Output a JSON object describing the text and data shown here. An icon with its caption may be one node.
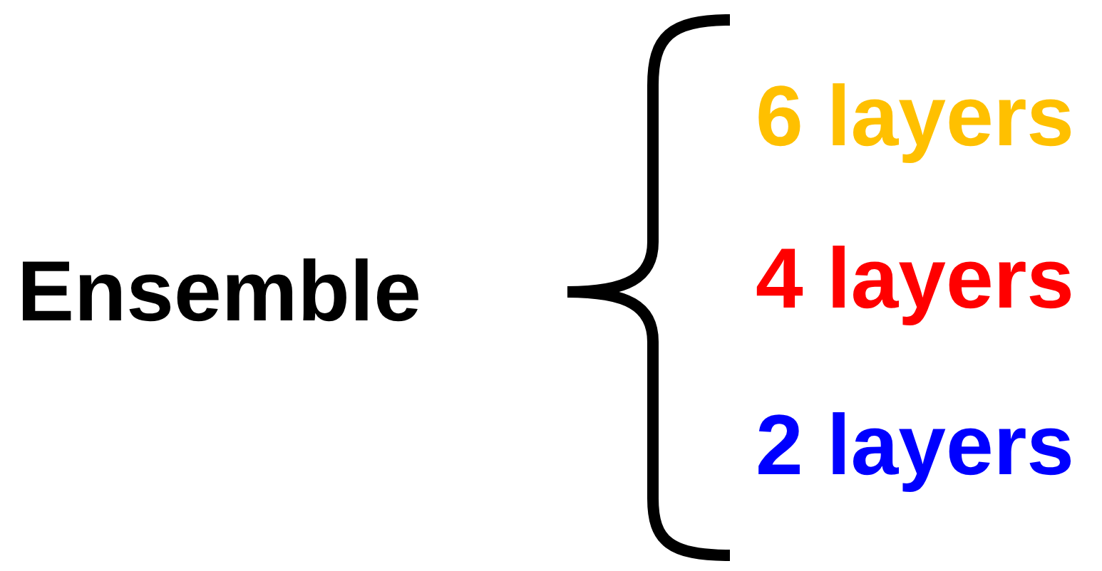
{
  "diagram": {
    "labels": [
      "Ensemble",
      "6 layers",
      "4 layers",
      "2 layers"
    ]
  }
}
